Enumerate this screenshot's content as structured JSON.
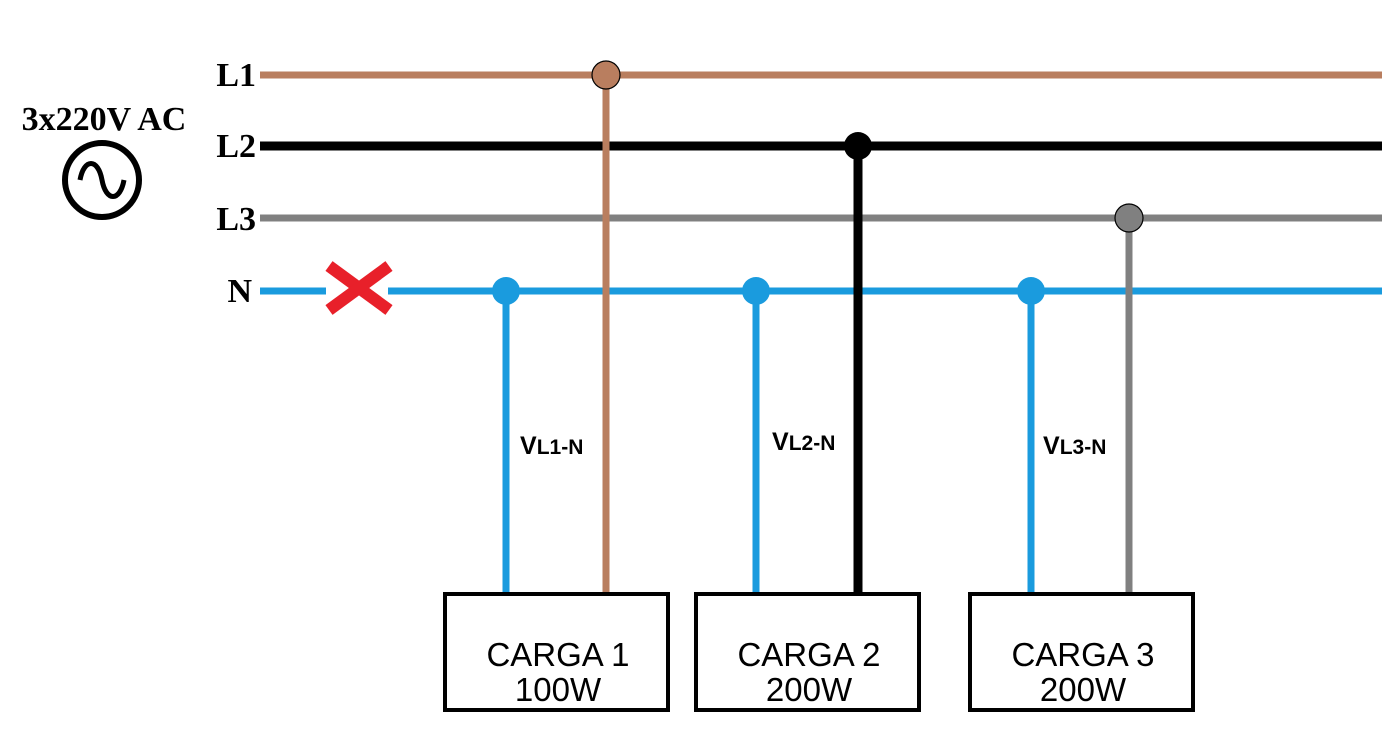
{
  "source": {
    "label": "3x220V AC",
    "icon": "ac-sine-source-icon"
  },
  "lines": [
    {
      "id": "L1",
      "label": "L1",
      "color": "#B97E5F"
    },
    {
      "id": "L2",
      "label": "L2",
      "color": "#000000"
    },
    {
      "id": "L3",
      "label": "L3",
      "color": "#808080"
    },
    {
      "id": "N",
      "label": "N",
      "color": "#1A9BDE"
    }
  ],
  "neutral_break": {
    "icon": "red-x-break-icon",
    "color": "#E8202A"
  },
  "loads": [
    {
      "name": "CARGA 1",
      "power": "100W",
      "voltage_main": "V",
      "voltage_sub": "L1-N",
      "phase": "L1"
    },
    {
      "name": "CARGA 2",
      "power": "200W",
      "voltage_main": "V",
      "voltage_sub": "L2-N",
      "phase": "L2"
    },
    {
      "name": "CARGA 3",
      "power": "200W",
      "voltage_main": "V",
      "voltage_sub": "L3-N",
      "phase": "L3"
    }
  ]
}
